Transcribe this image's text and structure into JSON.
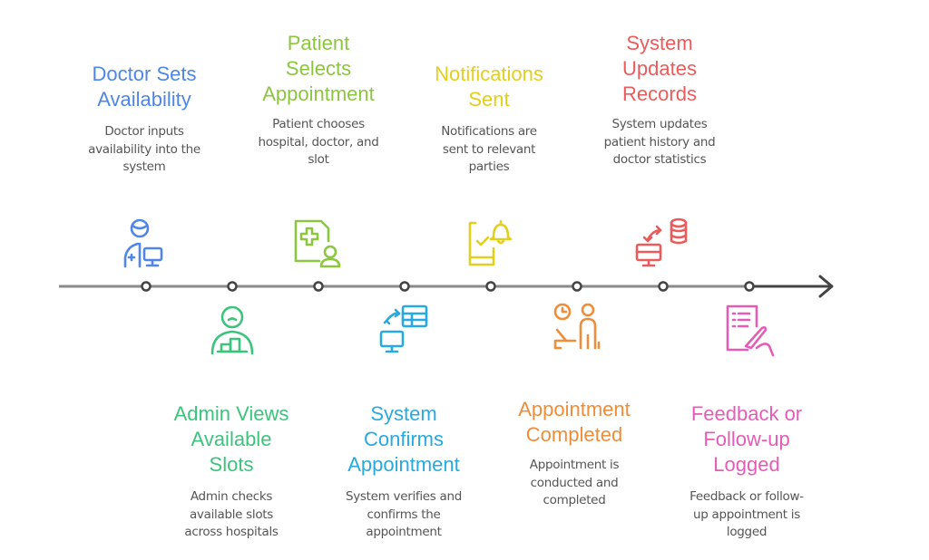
{
  "diagram": {
    "type": "timeline",
    "direction": "left-to-right",
    "steps": [
      {
        "title": "Doctor Sets Availability",
        "title_lines": [
          "Doctor Sets",
          "Availability"
        ],
        "description_lines": [
          "Doctor inputs",
          "availability into the",
          "system"
        ],
        "icon": "doctor-computer-icon",
        "color": "#4f86e8",
        "position": "above"
      },
      {
        "title": "Admin Views Available Slots",
        "title_lines": [
          "Admin Views",
          "Available",
          "Slots"
        ],
        "description_lines": [
          "Admin checks",
          "available slots",
          "across hospitals"
        ],
        "icon": "admin-user-icon",
        "color": "#3cc47c",
        "position": "below"
      },
      {
        "title": "Patient Selects Appointment",
        "title_lines": [
          "Patient",
          "Selects",
          "Appointment"
        ],
        "description_lines": [
          "Patient chooses",
          "hospital, doctor, and",
          "slot"
        ],
        "icon": "medical-record-user-icon",
        "color": "#8cc63f",
        "position": "above"
      },
      {
        "title": "System Confirms Appointment",
        "title_lines": [
          "System",
          "Confirms",
          "Appointment"
        ],
        "description_lines": [
          "System verifies and",
          "confirms the",
          "appointment"
        ],
        "icon": "computer-sync-table-icon",
        "color": "#27a9e1",
        "position": "below"
      },
      {
        "title": "Notifications Sent",
        "title_lines": [
          "Notifications",
          "Sent"
        ],
        "description_lines": [
          "Notifications are",
          "sent to relevant",
          "parties"
        ],
        "icon": "phone-bell-icon",
        "color": "#e3cf1e",
        "position": "above"
      },
      {
        "title": "Appointment Completed",
        "title_lines": [
          "Appointment",
          "Completed"
        ],
        "description_lines": [
          "Appointment is",
          "conducted and",
          "completed"
        ],
        "icon": "consultation-icon",
        "color": "#ee8d3a",
        "position": "below"
      },
      {
        "title": "System Updates Records",
        "title_lines": [
          "System",
          "Updates",
          "Records"
        ],
        "description_lines": [
          "System updates",
          "patient history and",
          "doctor statistics"
        ],
        "icon": "computer-database-sync-icon",
        "color": "#ec5b5b",
        "position": "above"
      },
      {
        "title": "Feedback or Follow-up Logged",
        "title_lines": [
          "Feedback or",
          "Follow-up",
          "Logged"
        ],
        "description_lines": [
          "Feedback or follow-",
          "up appointment is",
          "logged"
        ],
        "icon": "document-sign-icon",
        "color": "#e55cb6",
        "position": "below"
      }
    ],
    "colors": {
      "line": "#808080",
      "arrow": "#444444",
      "node": "#444444",
      "description": "#555555"
    }
  }
}
